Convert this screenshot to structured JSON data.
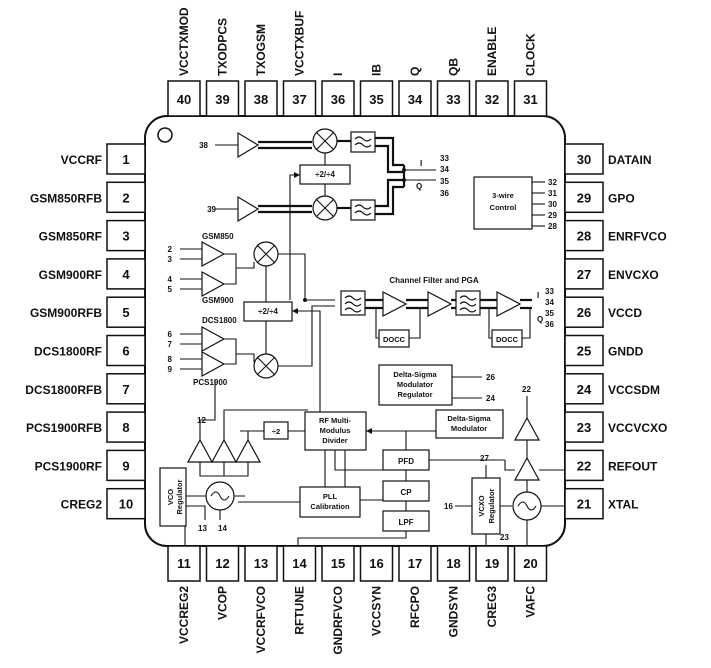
{
  "pins": {
    "top": [
      {
        "num": "40",
        "label": "VCCTXMOD"
      },
      {
        "num": "39",
        "label": "TXODPCS"
      },
      {
        "num": "38",
        "label": "TXOGSM"
      },
      {
        "num": "37",
        "label": "VCCTXBUF"
      },
      {
        "num": "36",
        "label": "I"
      },
      {
        "num": "35",
        "label": "IB"
      },
      {
        "num": "34",
        "label": "Q"
      },
      {
        "num": "33",
        "label": "QB"
      },
      {
        "num": "32",
        "label": "ENABLE"
      },
      {
        "num": "31",
        "label": "CLOCK"
      }
    ],
    "left": [
      {
        "num": "1",
        "label": "VCCRF"
      },
      {
        "num": "2",
        "label": "GSM850RFB"
      },
      {
        "num": "3",
        "label": "GSM850RF"
      },
      {
        "num": "4",
        "label": "GSM900RF"
      },
      {
        "num": "5",
        "label": "GSM900RFB"
      },
      {
        "num": "6",
        "label": "DCS1800RF"
      },
      {
        "num": "7",
        "label": "DCS1800RFB"
      },
      {
        "num": "8",
        "label": "PCS1900RFB"
      },
      {
        "num": "9",
        "label": "PCS1900RF"
      },
      {
        "num": "10",
        "label": "CREG2"
      }
    ],
    "right": [
      {
        "num": "30",
        "label": "DATAIN"
      },
      {
        "num": "29",
        "label": "GPO"
      },
      {
        "num": "28",
        "label": "ENRFVCO"
      },
      {
        "num": "27",
        "label": "ENVCXO"
      },
      {
        "num": "26",
        "label": "VCCD"
      },
      {
        "num": "25",
        "label": "GNDD"
      },
      {
        "num": "24",
        "label": "VCCSDM"
      },
      {
        "num": "23",
        "label": "VCCVCXO"
      },
      {
        "num": "22",
        "label": "REFOUT"
      },
      {
        "num": "21",
        "label": "XTAL"
      }
    ],
    "bottom": [
      {
        "num": "11",
        "label": "VCCREG2"
      },
      {
        "num": "12",
        "label": "VCOP"
      },
      {
        "num": "13",
        "label": "VCCRFVCO"
      },
      {
        "num": "14",
        "label": "RFTUNE"
      },
      {
        "num": "15",
        "label": "GNDRFVCO"
      },
      {
        "num": "16",
        "label": "VCCSYN"
      },
      {
        "num": "17",
        "label": "RFCPO"
      },
      {
        "num": "18",
        "label": "GNDSYN"
      },
      {
        "num": "19",
        "label": "CREG3"
      },
      {
        "num": "20",
        "label": "VAFC"
      }
    ]
  },
  "blocks": {
    "three_wire": "3-wire Control",
    "three_wire_pins": [
      "32",
      "31",
      "30",
      "29",
      "28"
    ],
    "channel_filter": "Channel Filter and PGA",
    "docc": "DOCC",
    "dsm_reg": "Delta-Sigma Modulator Regulator",
    "rf_divider": "RF Multi-Modulus Divider",
    "dsm": "Delta-Sigma Modulator",
    "pfd": "PFD",
    "cp": "CP",
    "lpf": "LPF",
    "pll_cal": "PLL Calibration",
    "vco_reg": "VCO Regulator",
    "vcxo_reg": "VCXO Regulator",
    "div_tx": "÷2/÷4",
    "div_rx": "÷2/÷4",
    "div_small": "÷2"
  },
  "labels": {
    "gsm850": "GSM850",
    "gsm900": "GSM900",
    "dcs1800": "DCS1800",
    "pcs1900": "PCS1900",
    "tx38": "38",
    "tx39": "39",
    "in2": "2",
    "in3": "3",
    "in4": "4",
    "in5": "5",
    "in6": "6",
    "in7": "7",
    "in8": "8",
    "in9": "9",
    "txi": "I",
    "txq": "Q",
    "tx33": "33",
    "tx34": "34",
    "tx35": "35",
    "tx36": "36",
    "rxi": "I",
    "rxq": "Q",
    "rx33": "33",
    "rx34": "34",
    "rx35": "35",
    "rx36": "36",
    "n26": "26",
    "n24": "24",
    "n22": "22",
    "n27": "27",
    "n23": "23",
    "n16": "16",
    "n12": "12",
    "n13": "13",
    "n14": "14"
  }
}
